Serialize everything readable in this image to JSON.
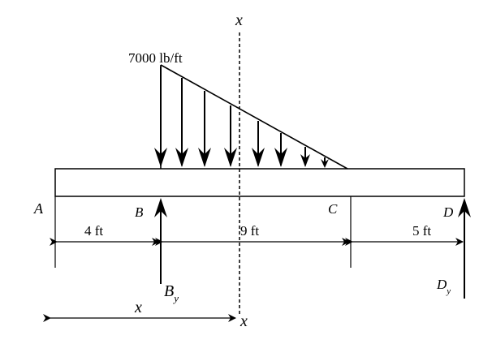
{
  "diagram": {
    "load_label": "7000 lb/ft",
    "section_label_top": "x",
    "section_label_bottom": "x",
    "x_dim_label": "x",
    "points": {
      "A": "A",
      "B": "B",
      "C": "C",
      "D": "D"
    },
    "reactions": {
      "By_main": "B",
      "By_sub": "y",
      "Dy_main": "D",
      "Dy_sub": "y"
    },
    "dimensions": {
      "AB": "4 ft",
      "BC": "9 ft",
      "CD": "5 ft"
    }
  }
}
